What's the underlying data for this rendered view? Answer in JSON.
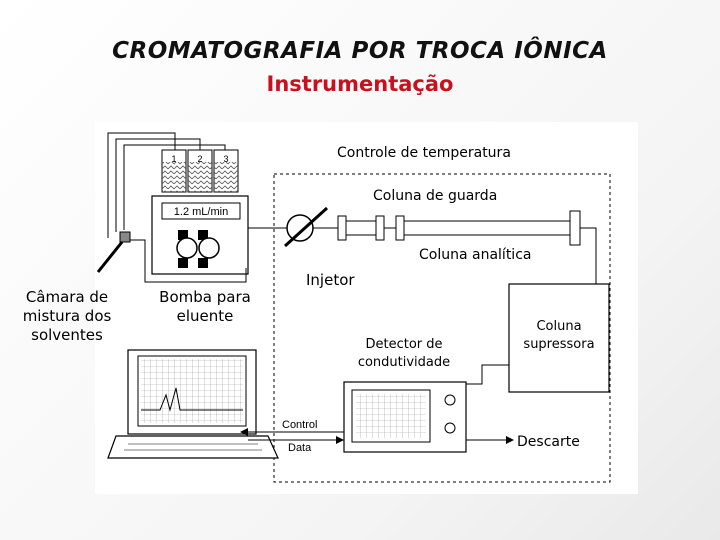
{
  "title": "CROMATOGRAFIA POR TROCA IÔNICA",
  "subtitle": "Instrumentação",
  "labels": {
    "temperature": "Controle de temperatura",
    "guard": "Coluna de guarda",
    "analytical": "Coluna analítica",
    "injector": "Injetor",
    "detector_l1": "Detector de",
    "detector_l2": "condutividade",
    "suppressor_l1": "Coluna",
    "suppressor_l2": "supressora",
    "waste": "Descarte",
    "pump_l1": "Bomba para",
    "pump_l2": "eluente",
    "mixer_l1": "Câmara de",
    "mixer_l2": "mistura dos",
    "mixer_l3": "solventes"
  },
  "figure": {
    "flow_rate": "1.2 mL/min",
    "control": "Control",
    "data": "Data",
    "bottles": [
      "1",
      "2",
      "3"
    ]
  },
  "colors": {
    "title": "#111111",
    "subtitle": "#c8101e",
    "line": "#000000"
  }
}
